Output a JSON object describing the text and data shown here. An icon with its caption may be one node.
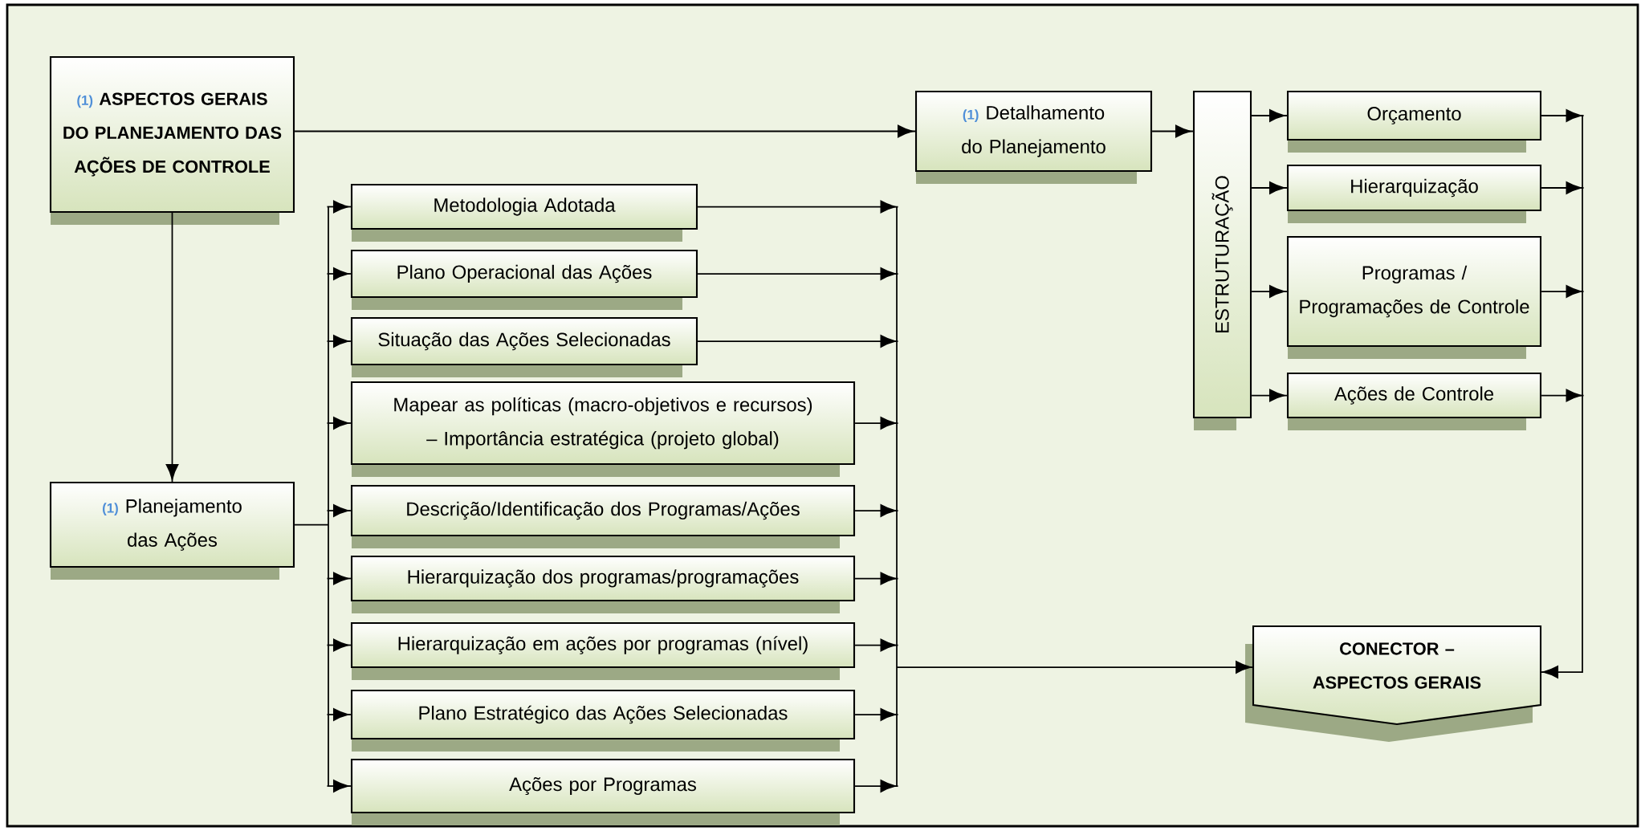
{
  "diagram": {
    "nodes": [
      {
        "text": [
          "(1)",
          "ASPECTOS GERAIS DO PLANEJAMENTO DAS AÇÕES DE CONTROLE"
        ]
      },
      {
        "text": [
          "(1)",
          "Detalhamento do Planejamento"
        ]
      },
      {
        "text": [
          "ESTRUTURAÇÃO"
        ]
      },
      {
        "text": [
          "Orçamento"
        ]
      },
      {
        "text": [
          "Hierarquização"
        ]
      },
      {
        "text": [
          "Programas / Programações de Controle"
        ]
      },
      {
        "text": [
          "Ações de Controle"
        ]
      },
      {
        "text": [
          "Metodologia Adotada"
        ]
      },
      {
        "text": [
          "Plano Operacional das Ações"
        ]
      },
      {
        "text": [
          "Situação das Ações Selecionadas"
        ]
      },
      {
        "text": [
          "Mapear as políticas (macro-objetivos e recursos) – Importância estratégica (projeto global)"
        ]
      },
      {
        "text": [
          "Descrição/Identificação dos Programas/Ações"
        ]
      },
      {
        "text": [
          "Hierarquização dos programas/programações"
        ]
      },
      {
        "text": [
          "Hierarquização em ações por programas (nível)"
        ]
      },
      {
        "text": [
          "Plano Estratégico das Ações Selecionadas"
        ]
      },
      {
        "text": [
          "Ações por Programas"
        ]
      },
      {
        "text": [
          "(1)",
          "Planejamento das Ações"
        ]
      },
      {
        "text": [
          "CONECTOR – ASPECTOS GERAIS"
        ]
      }
    ],
    "edges": [
      {
        "from": 0,
        "to": 1,
        "arrow": "to"
      },
      {
        "from": 1,
        "to": 2,
        "arrow": "to"
      },
      {
        "from": 0,
        "to": 16,
        "arrow": "to"
      },
      {
        "from": 2,
        "to": 3,
        "arrow": "to"
      },
      {
        "from": 2,
        "to": 4,
        "arrow": "to"
      },
      {
        "from": 2,
        "to": 5,
        "arrow": "to"
      },
      {
        "from": 2,
        "to": 6,
        "arrow": "to"
      },
      {
        "from": 3,
        "to": 17,
        "arrow": "to"
      },
      {
        "from": 4,
        "to": 17,
        "arrow": "to"
      },
      {
        "from": 5,
        "to": 17,
        "arrow": "to"
      },
      {
        "from": 6,
        "to": 17,
        "arrow": "to"
      },
      {
        "from": 16,
        "to": 7,
        "arrow": "to"
      },
      {
        "from": 16,
        "to": 8,
        "arrow": "to"
      },
      {
        "from": 16,
        "to": 9,
        "arrow": "to"
      },
      {
        "from": 16,
        "to": 10,
        "arrow": "to"
      },
      {
        "from": 16,
        "to": 11,
        "arrow": "to"
      },
      {
        "from": 16,
        "to": 12,
        "arrow": "to"
      },
      {
        "from": 16,
        "to": 13,
        "arrow": "to"
      },
      {
        "from": 16,
        "to": 14,
        "arrow": "to"
      },
      {
        "from": 16,
        "to": 15,
        "arrow": "to"
      },
      {
        "from": 7,
        "to": 17,
        "arrow": "to"
      },
      {
        "from": 8,
        "to": 17,
        "arrow": "to"
      },
      {
        "from": 9,
        "to": 17,
        "arrow": "to"
      },
      {
        "from": 10,
        "to": 17,
        "arrow": "to"
      },
      {
        "from": 11,
        "to": 17,
        "arrow": "to"
      },
      {
        "from": 12,
        "to": 17,
        "arrow": "to"
      },
      {
        "from": 13,
        "to": 17,
        "arrow": "to"
      },
      {
        "from": 14,
        "to": 17,
        "arrow": "to"
      },
      {
        "from": 15,
        "to": 17,
        "arrow": "to"
      }
    ]
  }
}
